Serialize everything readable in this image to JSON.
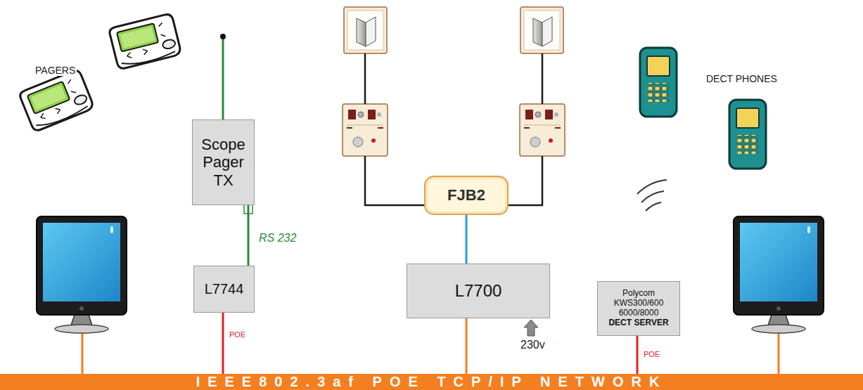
{
  "diagram": {
    "nodes": [
      {
        "text": [
          "Scope Pager TX"
        ]
      },
      {
        "text": [
          "L7744"
        ]
      },
      {
        "text": [
          "L7700"
        ]
      },
      {
        "text": [
          "FJB2"
        ]
      },
      {
        "text": [
          "Polycom KWS300/600 6000/8000",
          "DECT SERVER"
        ]
      },
      {
        "text": [
          "IEEE802.3af POE TCP/IP NETWORK"
        ]
      }
    ],
    "edges": [
      {
        "from": 0,
        "to": 1,
        "arrow": "none",
        "label": "RS 232"
      },
      {
        "from": 1,
        "to": 5,
        "arrow": "none",
        "label": "POE"
      },
      {
        "from": 3,
        "to": 2,
        "arrow": "none"
      },
      {
        "from": 2,
        "to": 5,
        "arrow": "none"
      },
      {
        "from": 4,
        "to": 5,
        "arrow": "none",
        "label": "POE"
      }
    ],
    "labels": [
      "PAGERS",
      "DECT PHONES",
      "230v"
    ]
  }
}
